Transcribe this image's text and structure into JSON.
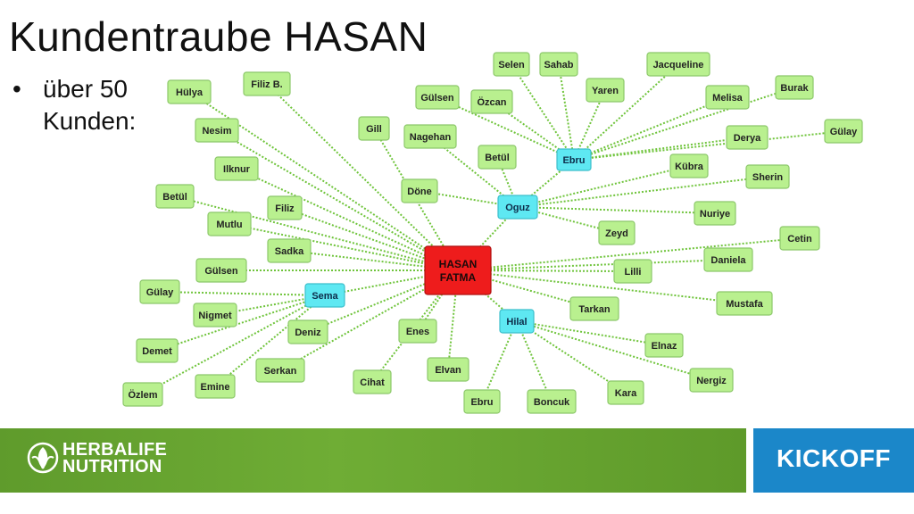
{
  "title": "Kundentraube HASAN",
  "bullet": {
    "symbol": "•",
    "text": "über 50 Kunden:"
  },
  "footer": {
    "brand_line1": "HERBALIFE",
    "brand_line2": "NUTRITION",
    "badge": "KICKOFF"
  },
  "colors": {
    "leaf": "#b9f08f",
    "hub": "#5ee8f2",
    "center": "#ee1c1c",
    "edge": "#6fc43b",
    "footer_green": "#6aa832",
    "footer_blue": "#1b87c9"
  },
  "diagram": {
    "center": {
      "id": "center",
      "lines": [
        "HASAN",
        "FATMA"
      ]
    },
    "hubs": [
      {
        "id": "oguz",
        "label": "Oguz"
      },
      {
        "id": "sema",
        "label": "Sema"
      },
      {
        "id": "hilal",
        "label": "Hilal"
      },
      {
        "id": "ebru_hub",
        "label": "Ebru"
      }
    ],
    "leaves": [
      {
        "id": "selen",
        "label": "Selen",
        "parent": "ebru_hub"
      },
      {
        "id": "sahab",
        "label": "Sahab",
        "parent": "ebru_hub"
      },
      {
        "id": "jacqueline",
        "label": "Jacqueline",
        "parent": "ebru_hub"
      },
      {
        "id": "guelsen_top",
        "label": "Gülsen",
        "parent": "ebru_hub"
      },
      {
        "id": "oezcan",
        "label": "Özcan",
        "parent": "ebru_hub"
      },
      {
        "id": "yaren",
        "label": "Yaren",
        "parent": "ebru_hub"
      },
      {
        "id": "melisa",
        "label": "Melisa",
        "parent": "ebru_hub"
      },
      {
        "id": "burak",
        "label": "Burak",
        "parent": "ebru_hub"
      },
      {
        "id": "derya",
        "label": "Derya",
        "parent": "ebru_hub"
      },
      {
        "id": "guelay_right",
        "label": "Gülay",
        "parent": "ebru_hub"
      },
      {
        "id": "nagehan",
        "label": "Nagehan",
        "parent": "oguz"
      },
      {
        "id": "betuel_mid",
        "label": "Betül",
        "parent": "oguz"
      },
      {
        "id": "doene",
        "label": "Döne",
        "parent": "oguz"
      },
      {
        "id": "kuebra",
        "label": "Kübra",
        "parent": "oguz"
      },
      {
        "id": "sherin",
        "label": "Sherin",
        "parent": "oguz"
      },
      {
        "id": "nuriye",
        "label": "Nuriye",
        "parent": "oguz"
      },
      {
        "id": "zeyd",
        "label": "Zeyd",
        "parent": "oguz"
      },
      {
        "id": "huelya",
        "label": "Hülya",
        "parent": "center"
      },
      {
        "id": "filizb",
        "label": "Filiz B.",
        "parent": "center"
      },
      {
        "id": "nesim",
        "label": "Nesim",
        "parent": "center"
      },
      {
        "id": "gill",
        "label": "Gill",
        "parent": "center"
      },
      {
        "id": "ilknur",
        "label": "Ilknur",
        "parent": "center"
      },
      {
        "id": "betuel_left",
        "label": "Betül",
        "parent": "center"
      },
      {
        "id": "filiz",
        "label": "Filiz",
        "parent": "center"
      },
      {
        "id": "mutlu",
        "label": "Mutlu",
        "parent": "center"
      },
      {
        "id": "sadka",
        "label": "Sadka",
        "parent": "center"
      },
      {
        "id": "guelsen_left",
        "label": "Gülsen",
        "parent": "center"
      },
      {
        "id": "cetin",
        "label": "Cetin",
        "parent": "center"
      },
      {
        "id": "daniela",
        "label": "Daniela",
        "parent": "center"
      },
      {
        "id": "lilli",
        "label": "Lilli",
        "parent": "center"
      },
      {
        "id": "mustafa",
        "label": "Mustafa",
        "parent": "center"
      },
      {
        "id": "tarkan",
        "label": "Tarkan",
        "parent": "center"
      },
      {
        "id": "enes",
        "label": "Enes",
        "parent": "center"
      },
      {
        "id": "elvan",
        "label": "Elvan",
        "parent": "center"
      },
      {
        "id": "cihat",
        "label": "Cihat",
        "parent": "center"
      },
      {
        "id": "serkan",
        "label": "Serkan",
        "parent": "center"
      },
      {
        "id": "deniz",
        "label": "Deniz",
        "parent": "center"
      },
      {
        "id": "guelay_left",
        "label": "Gülay",
        "parent": "sema"
      },
      {
        "id": "nigmet",
        "label": "Nigmet",
        "parent": "sema"
      },
      {
        "id": "demet",
        "label": "Demet",
        "parent": "sema"
      },
      {
        "id": "emine",
        "label": "Emine",
        "parent": "sema"
      },
      {
        "id": "oezlem",
        "label": "Özlem",
        "parent": "sema"
      },
      {
        "id": "ebru_leaf",
        "label": "Ebru",
        "parent": "hilal"
      },
      {
        "id": "boncuk",
        "label": "Boncuk",
        "parent": "hilal"
      },
      {
        "id": "kara",
        "label": "Kara",
        "parent": "hilal"
      },
      {
        "id": "nergiz",
        "label": "Nergiz",
        "parent": "hilal"
      },
      {
        "id": "elnaz",
        "label": "Elnaz",
        "parent": "hilal"
      }
    ],
    "hub_links": [
      {
        "from": "center",
        "to": "oguz"
      },
      {
        "from": "center",
        "to": "sema"
      },
      {
        "from": "center",
        "to": "hilal"
      },
      {
        "from": "oguz",
        "to": "ebru_hub"
      }
    ]
  }
}
